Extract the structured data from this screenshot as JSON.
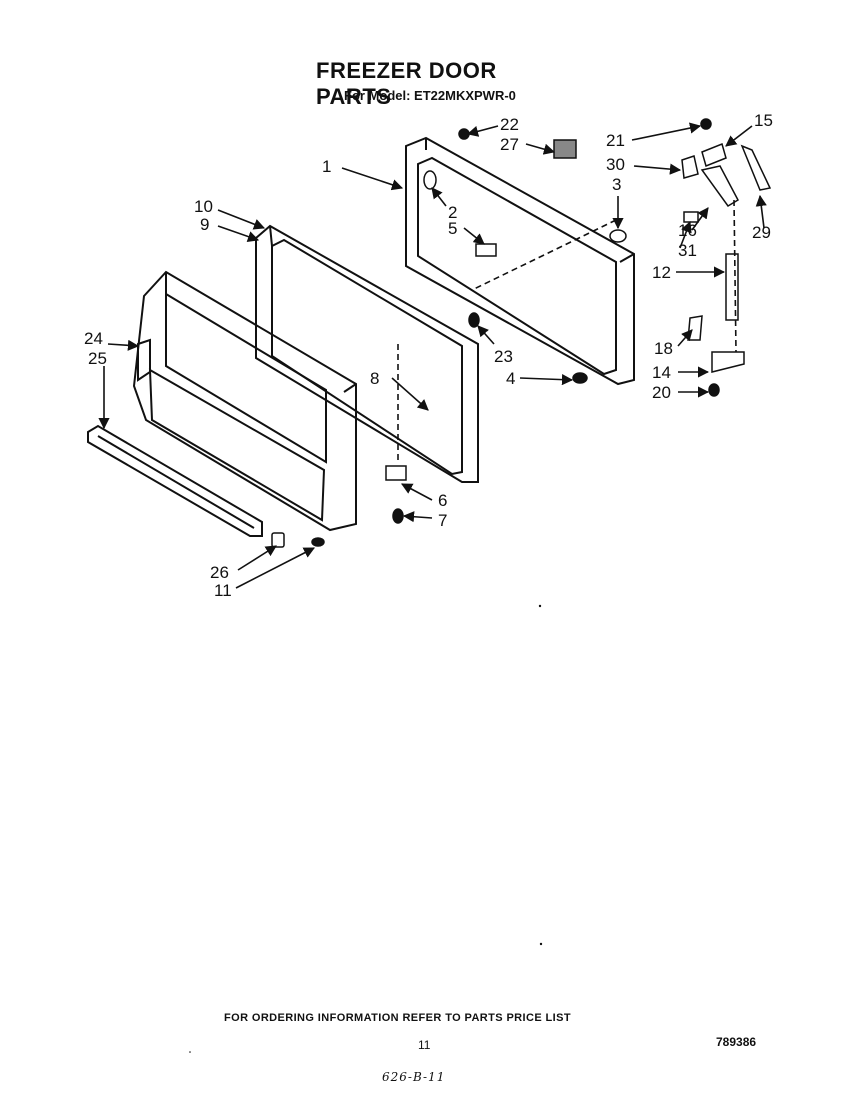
{
  "header": {
    "title": "FREEZER DOOR PARTS",
    "model_line": "For Model: ET22MKXPWR-0"
  },
  "callouts": [
    "1",
    "2",
    "3",
    "4",
    "5",
    "6",
    "7",
    "8",
    "9",
    "10",
    "11",
    "12",
    "14",
    "15",
    "16",
    "18",
    "20",
    "21",
    "22",
    "23",
    "24",
    "25",
    "26",
    "27",
    "29",
    "30",
    "31"
  ],
  "footer": {
    "ordering_info": "FOR ORDERING INFORMATION REFER TO PARTS PRICE LIST",
    "page_number": "11",
    "part_code": "789386",
    "handwritten_note": "626-B-11"
  }
}
